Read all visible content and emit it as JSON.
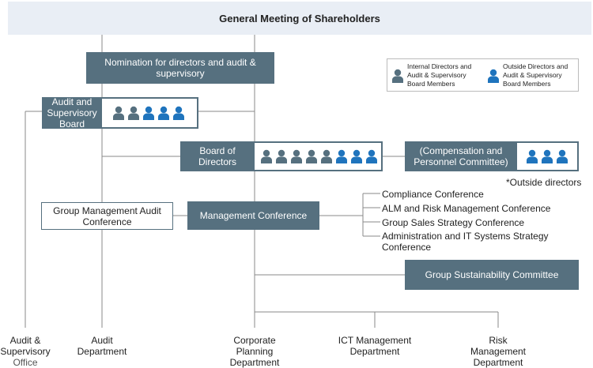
{
  "top": {
    "title": "General Meeting of Shareholders"
  },
  "nomination": {
    "label": "Nomination for directors and audit & supervisory"
  },
  "legend": {
    "internal": "Internal Directors and Audit & Supervisory Board Members",
    "outside": "Outside Directors and Audit & Supervisory Board Members",
    "internal_color": "#56707f",
    "outside_color": "#1f74bd"
  },
  "audit_board": {
    "label": "Audit and Supervisory Board",
    "internal": 2,
    "outside": 3
  },
  "board_of_directors": {
    "label": "Board of Directors",
    "internal": 5,
    "outside": 3
  },
  "compensation": {
    "label": "(Compensation and Personnel Committee)",
    "internal": 0,
    "outside": 3
  },
  "outside_note": "*Outside directors",
  "group_audit": {
    "label": "Group Management Audit Conference"
  },
  "management_conference": {
    "label": "Management Conference"
  },
  "conferences": [
    "Compliance Conference",
    "ALM and Risk Management Conference",
    "Group Sales Strategy Conference",
    "Administration and IT Systems Strategy Conference"
  ],
  "sustainability": {
    "label": "Group Sustainability Committee"
  },
  "bottom": {
    "office_l1": "Audit &",
    "office_l2": "Supervisory",
    "office_l3": "Office",
    "audit_dept": "Audit Department",
    "planning_dept": "Corporate Planning Department",
    "ict_dept": "ICT Management Department",
    "risk_dept": "Risk Management Department"
  }
}
